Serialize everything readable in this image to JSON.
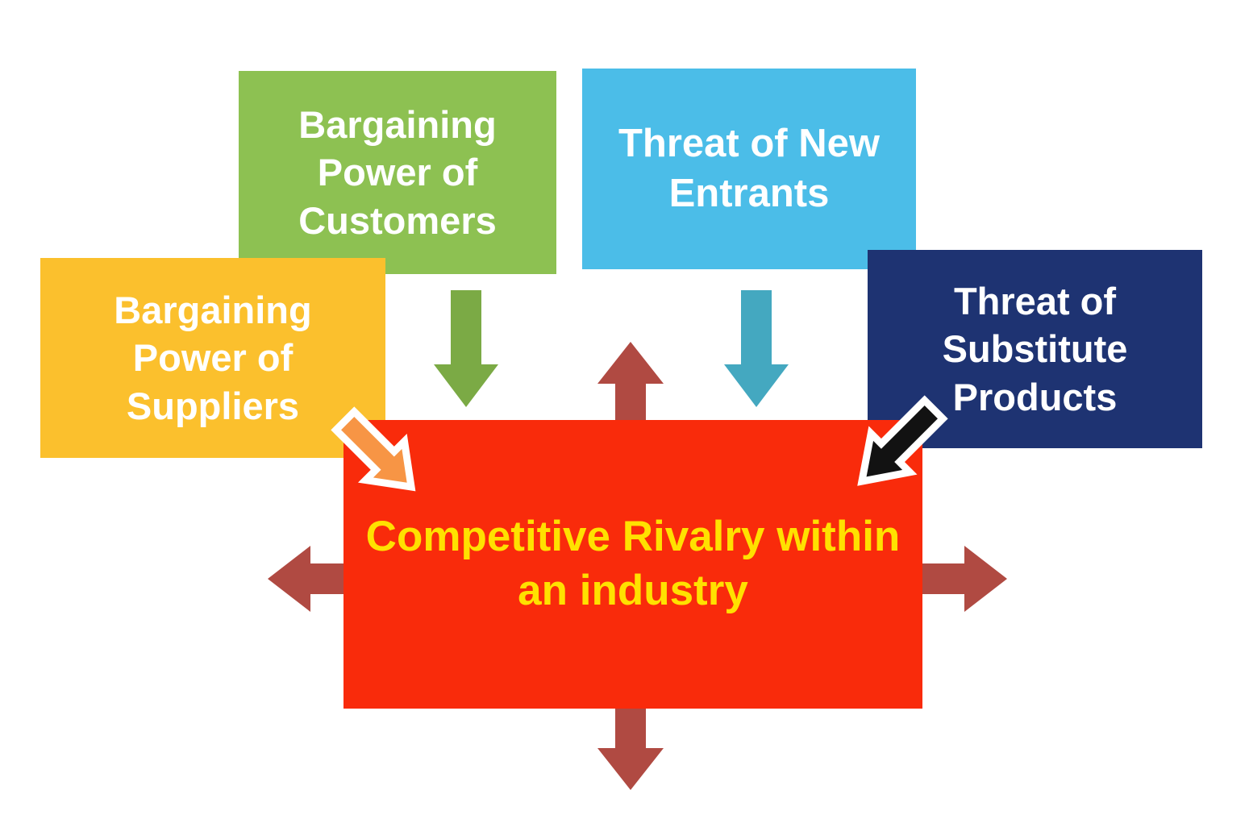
{
  "diagram": {
    "background": "#ffffff"
  },
  "boxes": {
    "customers": {
      "label": "Bargaining\nPower of\nCustomers",
      "bg": "#8dc152",
      "text_color": "#ffffff"
    },
    "new_entrants": {
      "label": "Threat of New\nEntrants",
      "bg": "#4bbde8",
      "text_color": "#ffffff"
    },
    "suppliers": {
      "label": "Bargaining\nPower of\nSuppliers",
      "bg": "#fbc02d",
      "text_color": "#ffffff"
    },
    "substitutes": {
      "label": "Threat of\nSubstitute\nProducts",
      "bg": "#1e3372",
      "text_color": "#ffffff"
    },
    "rivalry": {
      "label": "Competitive Rivalry within\nan industry",
      "bg": "#f92b0b",
      "text_color": "#ffe100"
    }
  },
  "arrows": {
    "green_down": {
      "color": "#7baa45"
    },
    "teal_down": {
      "color": "#44a8c0"
    },
    "red_up": {
      "color": "#b04a42"
    },
    "red_left": {
      "color": "#b04a42"
    },
    "red_right": {
      "color": "#b04a42"
    },
    "red_down": {
      "color": "#b04a42"
    },
    "orange_diagonal": {
      "fill": "#f79545",
      "outline": "#ffffff"
    },
    "black_diagonal": {
      "fill": "#121212",
      "outline": "#ffffff"
    }
  }
}
